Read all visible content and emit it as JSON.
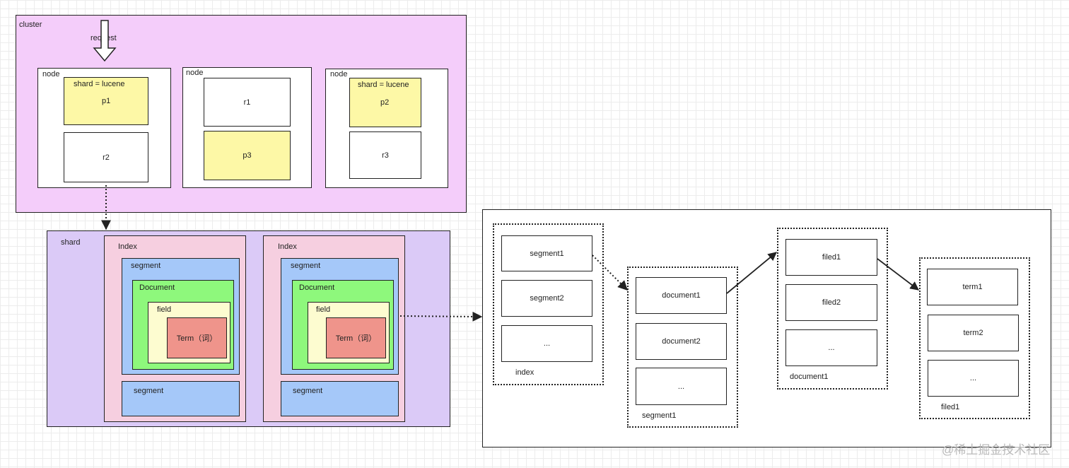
{
  "cluster": {
    "label": "cluster",
    "request_label": "request",
    "nodes": [
      {
        "label": "node",
        "top_shard_note": "shard = lucene",
        "top_shard": "p1",
        "bottom_shard": "r2"
      },
      {
        "label": "node",
        "top_shard": "r1",
        "bottom_shard": "p3"
      },
      {
        "label": "node",
        "top_shard_note": "shard = lucene",
        "top_shard": "p2",
        "bottom_shard": "r3"
      }
    ]
  },
  "shard": {
    "label": "shard",
    "indexes": [
      {
        "label": "Index",
        "segment": "segment",
        "document": "Document",
        "field": "field",
        "term": "Term（词）",
        "segment2": "segment"
      },
      {
        "label": "Index",
        "segment": "segment",
        "document": "Document",
        "field": "field",
        "term": "Term（词）",
        "segment2": "segment"
      }
    ]
  },
  "detail": {
    "index_group": {
      "items": [
        "segment1",
        "segment2",
        "..."
      ],
      "label": "index"
    },
    "segment_group": {
      "items": [
        "document1",
        "document2",
        "..."
      ],
      "label": "segment1"
    },
    "document_group": {
      "items": [
        "filed1",
        "filed2",
        "..."
      ],
      "label": "document1"
    },
    "field_group": {
      "items": [
        "term1",
        "term2",
        "..."
      ],
      "label": "filed1"
    }
  },
  "watermark": "@稀土掘金技术社区"
}
